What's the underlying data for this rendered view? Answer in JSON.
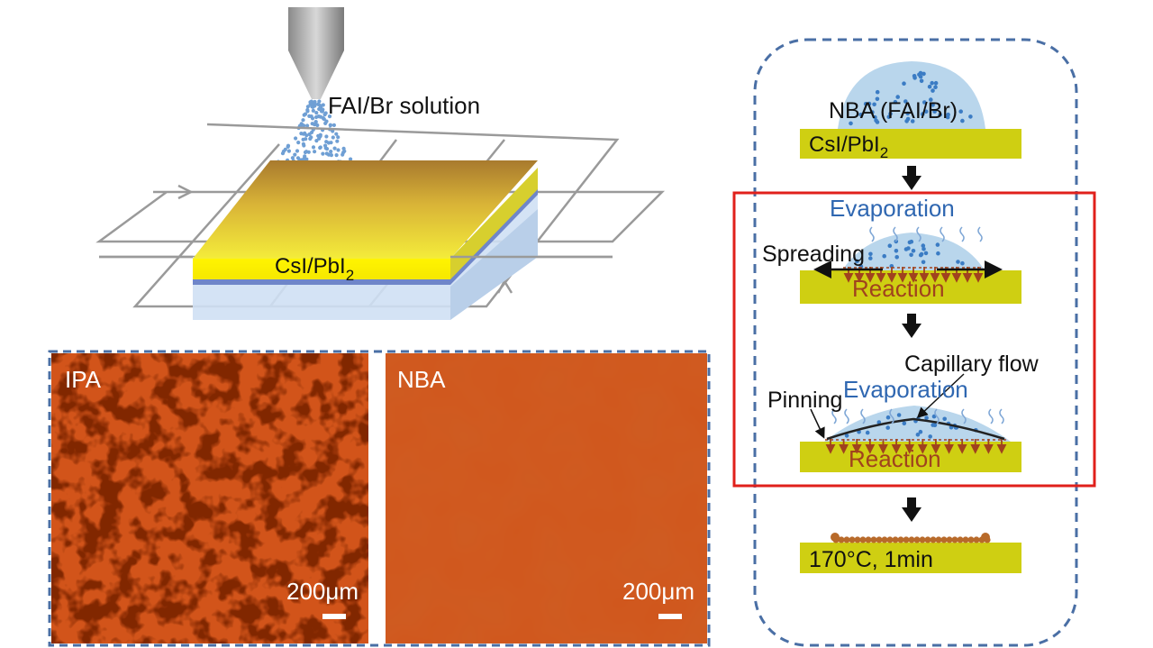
{
  "spray": {
    "solution_label": "FAI/Br solution",
    "layer_label": "CsI/PbI",
    "layer_subscript": "2"
  },
  "micrographs": {
    "left_label": "IPA",
    "right_label": "NBA",
    "left_scale": "200μm",
    "right_scale": "200μm"
  },
  "process": {
    "step1_drop": "NBA (FAI/Br)",
    "step1_layer": "CsI/PbI",
    "step1_layer_subscript": "2",
    "step2_evaporation": "Evaporation",
    "step2_spreading": "Spreading",
    "step2_reaction": "Reaction",
    "step3_capillary": "Capillary flow",
    "step3_pinning": "Pinning",
    "step3_evaporation": "Evaporation",
    "step3_reaction": "Reaction",
    "step4_condition": "170°C, 1min"
  },
  "colors": {
    "frame_blue": "#4a6fa5",
    "highlight_red": "#e0201b",
    "substrate_yellow": "#cfcf12",
    "arrow_brown": "#a0421e",
    "droplet_blue": "#b9d6ec",
    "dot_blue": "#3b7cc4",
    "film_orange": "#d2541a"
  }
}
